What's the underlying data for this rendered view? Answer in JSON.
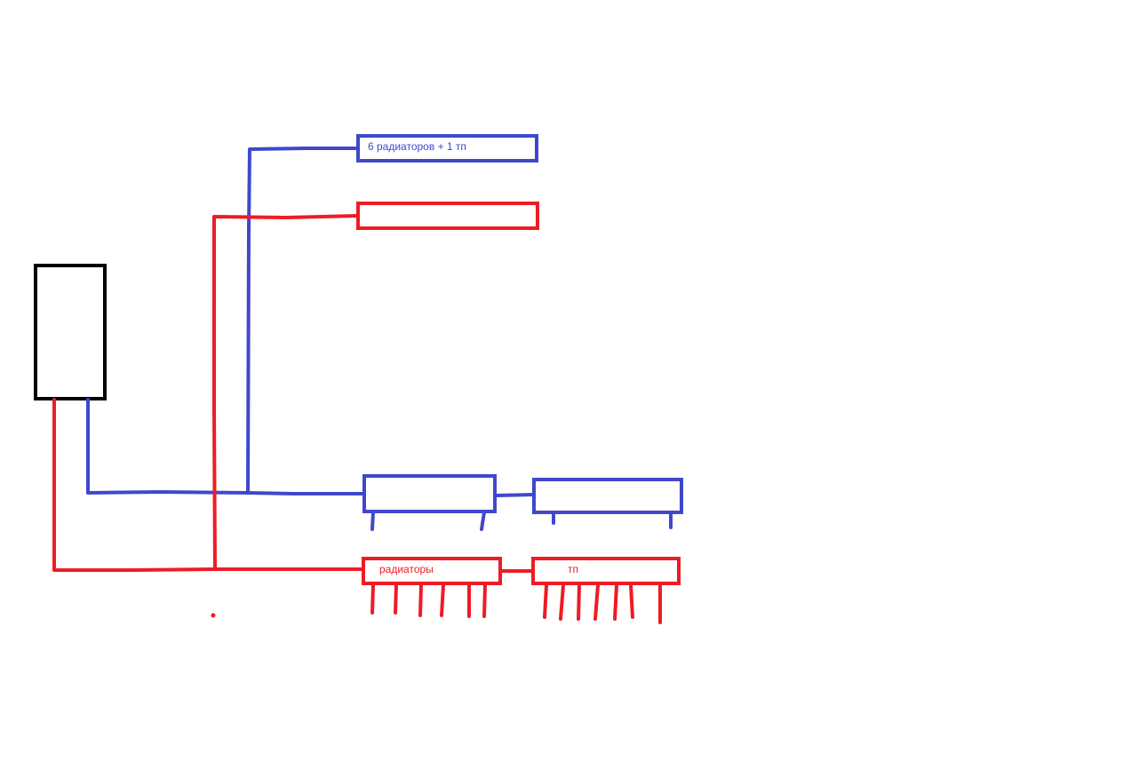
{
  "colors": {
    "background": "#ffffff",
    "boiler": "#000000",
    "return_line": "#3f48cc",
    "supply_line": "#ed1c24"
  },
  "labels": {
    "upper_manifold_return": "6 радиаторов + 1 тп",
    "lower_manifold_radiators": "радиаторы",
    "lower_manifold_floor": "тп"
  }
}
